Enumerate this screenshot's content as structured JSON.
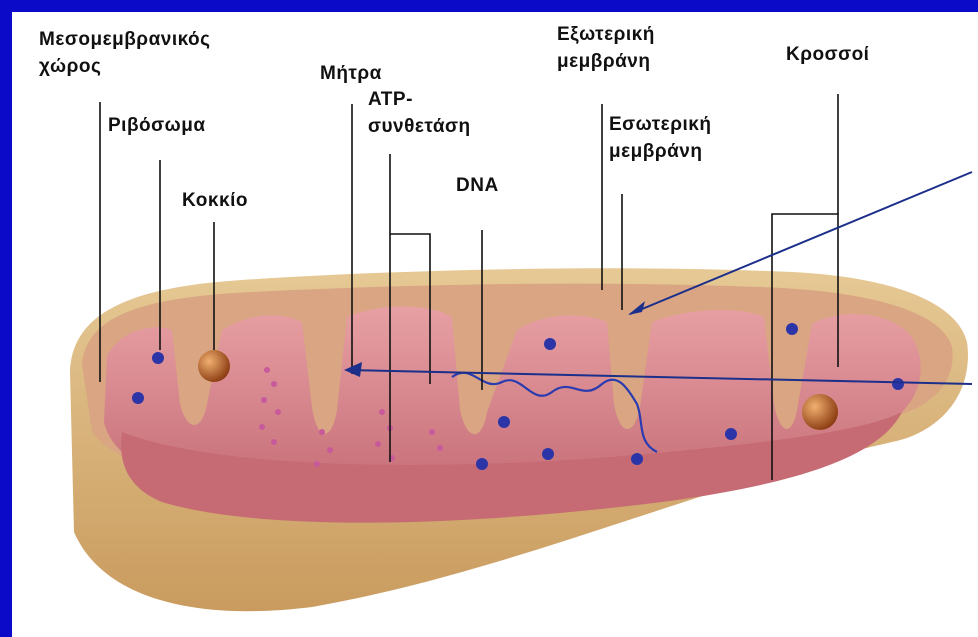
{
  "diagram": {
    "labels": {
      "intermembrane_space_1": "Μεσομεμβρανικός",
      "intermembrane_space_2": "χώρος",
      "ribosome": "Ριβόσωμα",
      "granule": "Κοκκίο",
      "matrix": "Μήτρα",
      "atp_synthase_1": "ATP-",
      "atp_synthase_2": "συνθετάση",
      "dna": "DNA",
      "outer_membrane_1": "Εξωτερική",
      "outer_membrane_2": "μεμβράνη",
      "inner_membrane_1": "Εσωτερική",
      "inner_membrane_2": "μεμβράνη",
      "cristae": "Κροσσοί"
    },
    "colors": {
      "frame": "#0a0ac8",
      "outer_membrane": "#d7b47a",
      "intermembrane": "#d9a582",
      "inner_membrane": "#d88a8f",
      "matrix": "#e8a2a6",
      "ribosome": "#2c35a8",
      "granule": "#b5571c",
      "dna": "#2a3bb0",
      "atp_synthase": "#c85a9c",
      "arrow": "#1c2f8a"
    }
  }
}
